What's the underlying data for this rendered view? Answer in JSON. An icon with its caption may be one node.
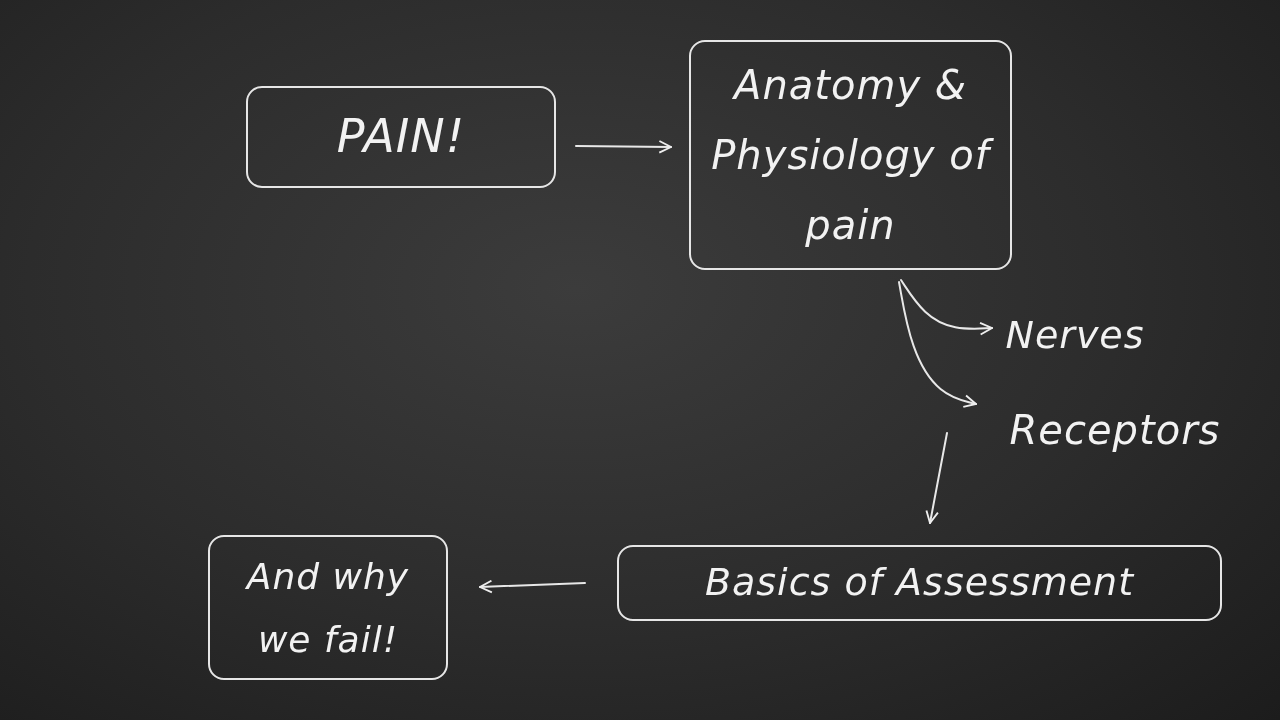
{
  "diagram": {
    "nodes": [
      {
        "text": [
          "PAIN!"
        ]
      },
      {
        "text": [
          "Anatomy & Physiology of pain"
        ]
      },
      {
        "text": [
          "Nerves"
        ]
      },
      {
        "text": [
          "Receptors"
        ]
      },
      {
        "text": [
          "Basics of Assessment"
        ]
      },
      {
        "text": [
          "And why we fail!"
        ]
      }
    ],
    "edges": [
      {
        "from": 0,
        "to": 1,
        "arrow": "to"
      },
      {
        "from": 1,
        "to": 2,
        "arrow": "to"
      },
      {
        "from": 1,
        "to": 3,
        "arrow": "to"
      },
      {
        "from": 3,
        "to": 4,
        "arrow": "to"
      },
      {
        "from": 4,
        "to": 5,
        "arrow": "to"
      }
    ]
  }
}
